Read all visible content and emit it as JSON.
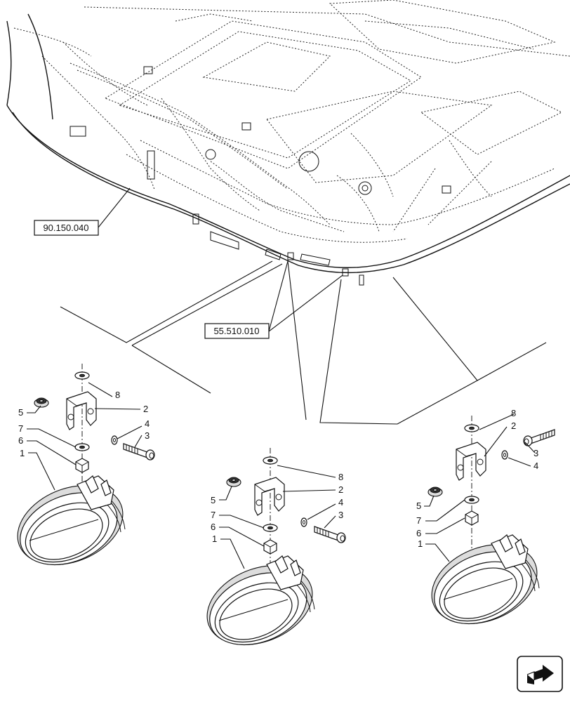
{
  "references": {
    "cab_ref": "90.150.040",
    "harness_ref": "55.510.010"
  },
  "callouts": {
    "left": [
      "1",
      "2",
      "3",
      "4",
      "5",
      "6",
      "7",
      "8"
    ],
    "center": [
      "1",
      "2",
      "3",
      "4",
      "5",
      "6",
      "7",
      "8"
    ],
    "right": [
      "1",
      "2",
      "3",
      "4",
      "5",
      "6",
      "7",
      "8"
    ]
  },
  "nav": {
    "icon": "next-page-arrow-icon"
  }
}
